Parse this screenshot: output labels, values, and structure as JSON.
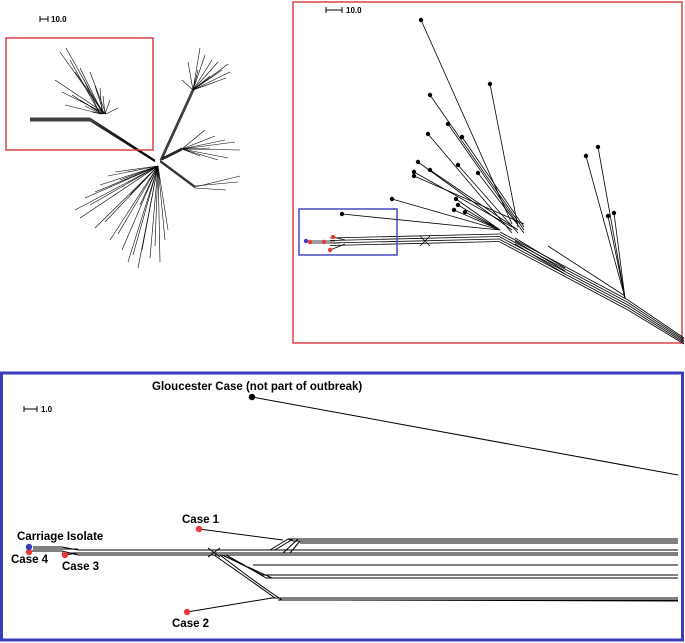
{
  "panels": {
    "overview": {
      "scale_label": "10.0"
    },
    "zoom1": {
      "scale_label": "10.0",
      "frame_color": "#d9353b"
    },
    "zoom2": {
      "scale_label": "1.0",
      "frame_color": "#3a3bbd"
    }
  },
  "labels": {
    "gloucester": "Gloucester Case (not part of outbreak)",
    "case1": "Case 1",
    "case2": "Case 2",
    "case3": "Case 3",
    "case4": "Case 4",
    "carriage": "Carriage Isolate"
  },
  "colors": {
    "case_marker": "#e83a3a",
    "carriage_marker": "#3a3bbd",
    "other_marker": "#000000",
    "red_frame": "#d9353b",
    "blue_frame": "#3a3bbd"
  }
}
